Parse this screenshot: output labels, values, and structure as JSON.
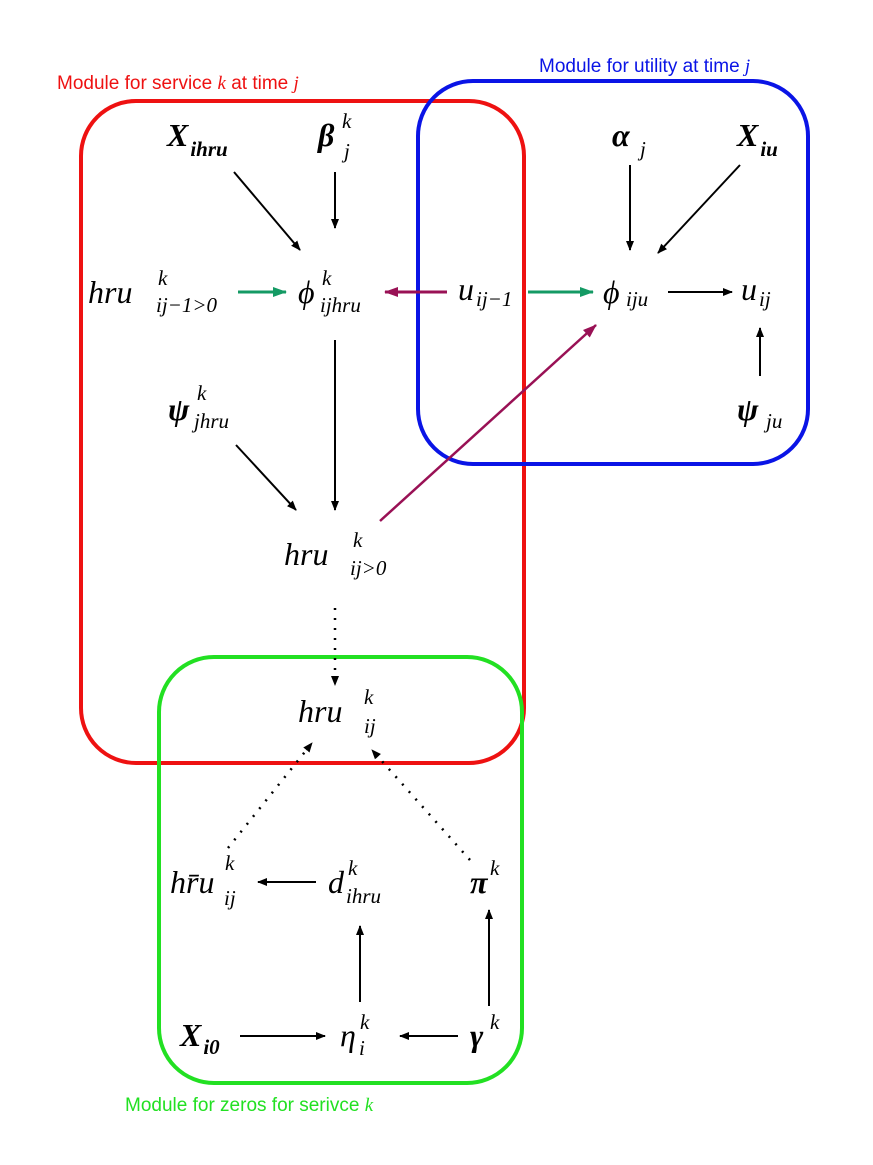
{
  "modules": {
    "service": {
      "caption_prefix": "Module for service ",
      "caption_var1": "k",
      "caption_mid": " at time ",
      "caption_var2": "j",
      "color": "#ee1111"
    },
    "utility": {
      "caption_prefix": "Module for utility at time ",
      "caption_var": "j",
      "color": "#0a14e6"
    },
    "zeros": {
      "caption_prefix": "Module for zeros for serivce ",
      "caption_var": "k",
      "color": "#22e022"
    }
  },
  "nodes": {
    "X_ihru": {
      "base": "X",
      "sub": "ihru",
      "sup": ""
    },
    "beta_jk": {
      "base": "β",
      "sub": "j",
      "sup": "k"
    },
    "alpha_j": {
      "base": "α",
      "sub": "j",
      "sup": ""
    },
    "X_iu": {
      "base": "X",
      "sub": "iu",
      "sup": ""
    },
    "hru_prev": {
      "base": "hru",
      "sub": "ij−1>0",
      "sup": "k"
    },
    "phi_ijhru": {
      "base": "ϕ",
      "sub": "ijhru",
      "sup": "k"
    },
    "u_prev": {
      "base": "u",
      "sub": "ij−1",
      "sup": ""
    },
    "phi_iju": {
      "base": "ϕ",
      "sub": "iju",
      "sup": ""
    },
    "u_ij": {
      "base": "u",
      "sub": "ij",
      "sup": ""
    },
    "psi_jhru": {
      "base": "ψ",
      "sub": "jhru",
      "sup": "k"
    },
    "psi_ju": {
      "base": "ψ",
      "sub": "ju",
      "sup": ""
    },
    "hru_pos": {
      "base": "hru",
      "sub": "ij>0",
      "sup": "k"
    },
    "hru_ij": {
      "base": "hru",
      "sub": "ij",
      "sup": "k"
    },
    "hrubar_ij": {
      "base": "hr̄u",
      "sub": "ij",
      "sup": "k"
    },
    "d_ihru": {
      "base": "d",
      "sub": "ihru",
      "sup": "k"
    },
    "pi_k": {
      "base": "π",
      "sub": "",
      "sup": "k"
    },
    "X_i0": {
      "base": "X",
      "sub": "i0",
      "sup": ""
    },
    "eta_ik": {
      "base": "η",
      "sub": "i",
      "sup": "k"
    },
    "gamma_k": {
      "base": "γ",
      "sub": "",
      "sup": "k"
    }
  },
  "edge_colors": {
    "solid": "#000000",
    "lag": "#149a64",
    "cross": "#991155"
  }
}
